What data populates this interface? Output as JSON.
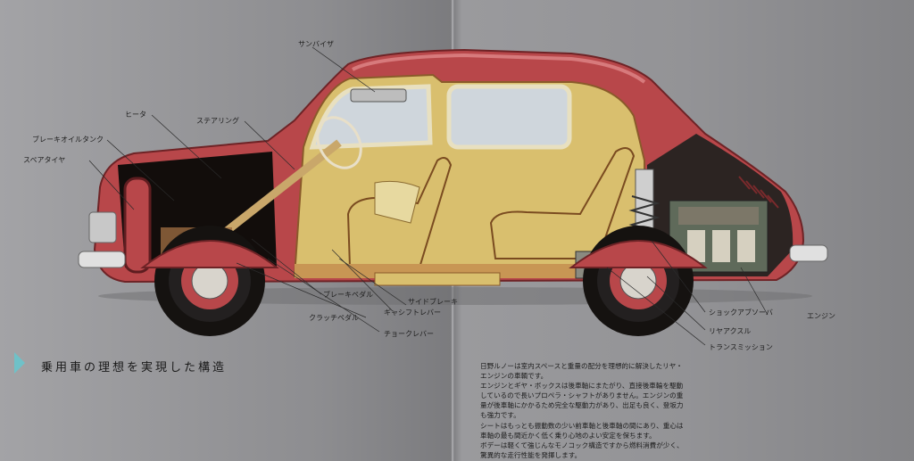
{
  "labels": {
    "sun_visor": "サンバイザ",
    "heater": "ヒータ",
    "steering": "ステアリング",
    "brake_oil_tank": "ブレーキオイルタンク",
    "spare_tire": "スペアタイヤ",
    "brake_pedal": "ブレーキペダル",
    "side_brake": "サイドブレーキ",
    "gear_shift_lever": "ギャシフトレバー",
    "clutch_pedal": "クラッチペダル",
    "choke_lever": "チョークレバー",
    "shock_absorber": "ショックアブソーバ",
    "rear_axle": "リヤアクスル",
    "transmission": "トランスミッション",
    "engine": "エンジン"
  },
  "headline": "乗用車の理想を実現した構造",
  "description": [
    "日野ルノーは室内スペースと重量の配分を理想的に解決したリヤ・",
    "エンジンの車輌です。",
    "エンジンとギヤ・ボックスは後車軸にまたがり、直接後車輪を駆動",
    "しているので長いプロペラ・シャフトがありません。エンジンの重",
    "量が後車軸にかかるため完全な駆動力があり、出足も良く、登坂力",
    "も強力です。",
    "シートはもっとも振動数の少い前車軸と後車軸の間にあり、重心は",
    "車軸の最も間近かく低く乗り心地のよい安定を保ちます。",
    "ボデーは軽くて強じんなモノコック構造ですから燃料消費が少く、",
    "驚異的な走行性能を発揮します。"
  ],
  "colors": {
    "body": "#b8474a",
    "interior": "#d9bf6e",
    "accent_arrow": "#6fc1c8"
  }
}
